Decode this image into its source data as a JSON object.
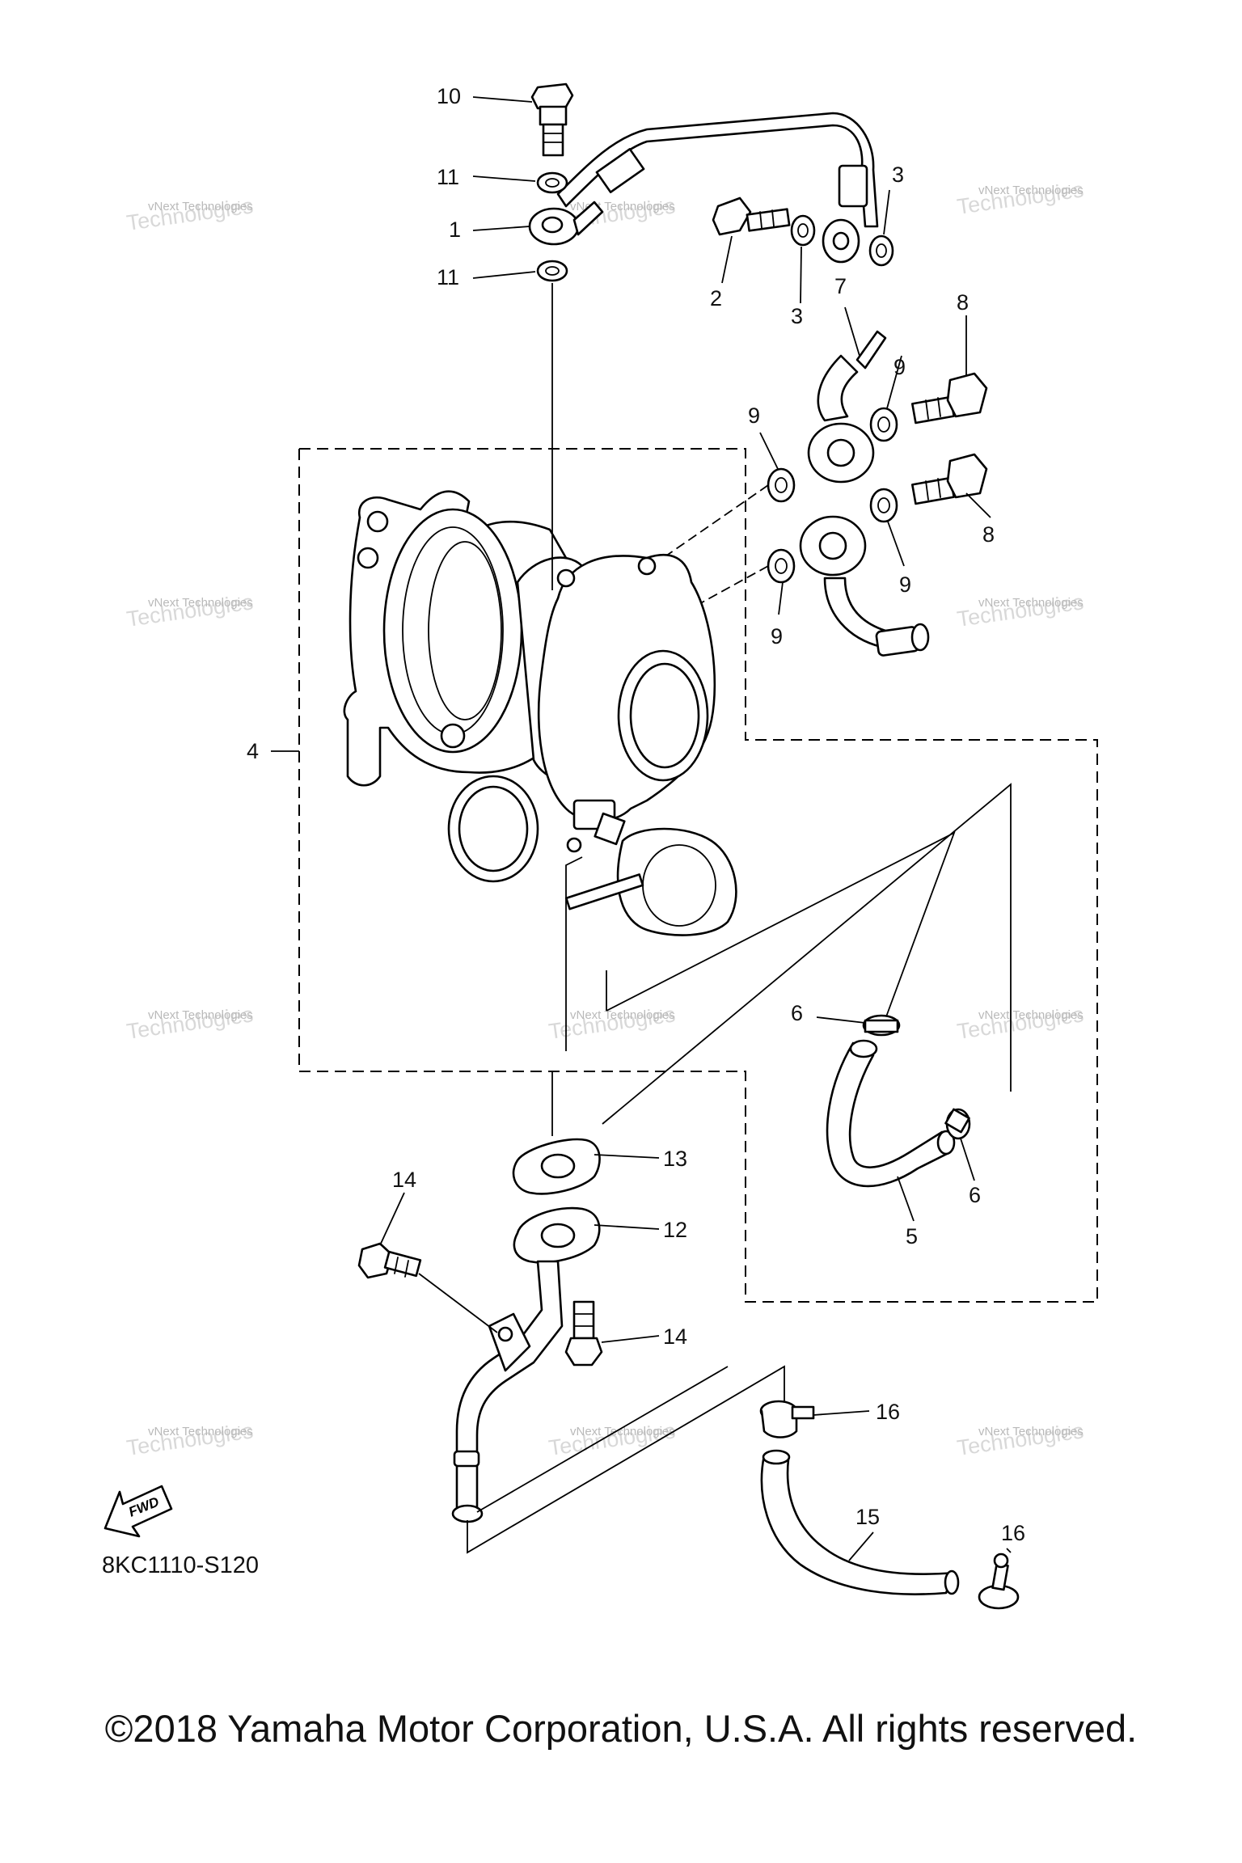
{
  "diagram": {
    "labels": [
      {
        "id": "10a",
        "text": "10"
      },
      {
        "id": "11a",
        "text": "11"
      },
      {
        "id": "1a",
        "text": "1"
      },
      {
        "id": "11b",
        "text": "11"
      },
      {
        "id": "2a",
        "text": "2"
      },
      {
        "id": "3a",
        "text": "3"
      },
      {
        "id": "3b",
        "text": "3"
      },
      {
        "id": "7a",
        "text": "7"
      },
      {
        "id": "8a",
        "text": "8"
      },
      {
        "id": "8b",
        "text": "8"
      },
      {
        "id": "9a",
        "text": "9"
      },
      {
        "id": "9b",
        "text": "9"
      },
      {
        "id": "9c",
        "text": "9"
      },
      {
        "id": "9d",
        "text": "9"
      },
      {
        "id": "4a",
        "text": "4"
      },
      {
        "id": "6a",
        "text": "6"
      },
      {
        "id": "6b",
        "text": "6"
      },
      {
        "id": "5a",
        "text": "5"
      },
      {
        "id": "13a",
        "text": "13"
      },
      {
        "id": "12a",
        "text": "12"
      },
      {
        "id": "14a",
        "text": "14"
      },
      {
        "id": "14b",
        "text": "14"
      },
      {
        "id": "16a",
        "text": "16"
      },
      {
        "id": "16b",
        "text": "16"
      },
      {
        "id": "15a",
        "text": "15"
      }
    ],
    "watermark_line1": "vNext Technologies",
    "watermark_line2": "Technologies",
    "fwd_label": "FWD",
    "diagram_code": "8KC1110-S120",
    "copyright": "©2018 Yamaha Motor Corporation, U.S.A. All rights reserved."
  }
}
